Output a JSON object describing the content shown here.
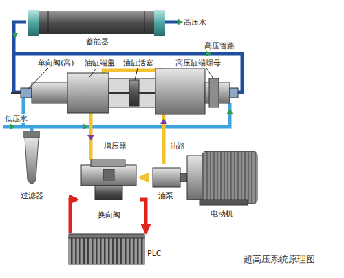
{
  "diagram": {
    "caption": "超高压系统原理图",
    "nodes": [
      {
        "text": [
          "蓄能器"
        ]
      },
      {
        "text": [
          "过滤器"
        ]
      },
      {
        "text": [
          "换向阀"
        ]
      },
      {
        "text": [
          "油泵"
        ]
      },
      {
        "text": [
          "电动机"
        ]
      },
      {
        "text": [
          "PLC"
        ]
      }
    ],
    "edges": [
      {
        "from": 3,
        "to": 2,
        "arrow": "to"
      },
      {
        "from": 5,
        "to": 2,
        "arrow": "to"
      },
      {
        "from": 2,
        "to": 5,
        "arrow": "to"
      }
    ],
    "labels": [
      "高压水",
      "高压管路",
      "单向阀(高)",
      "油缸端盖",
      "油缸活塞",
      "高压缸端螺母",
      "低压水",
      "增压器",
      "油路"
    ]
  }
}
